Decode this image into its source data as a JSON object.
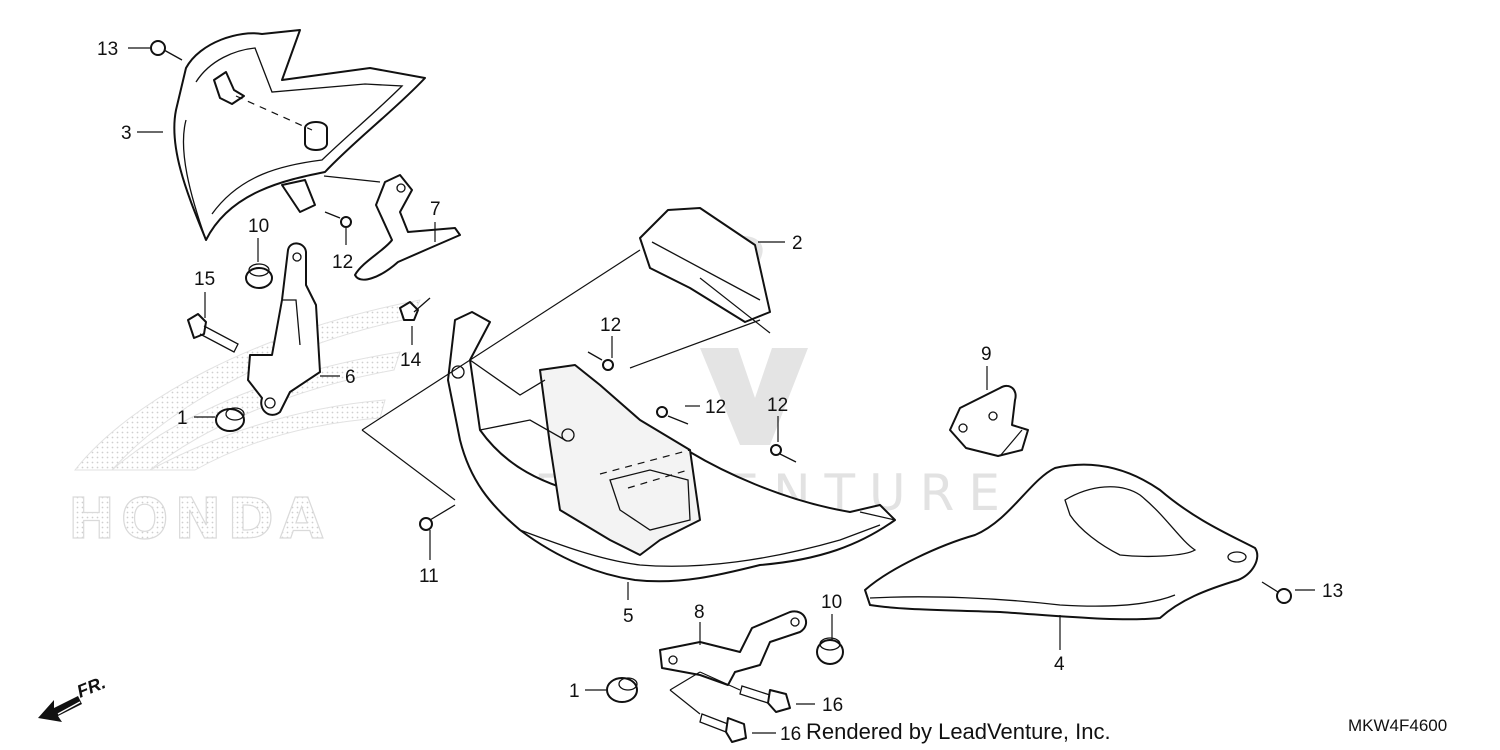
{
  "diagram": {
    "code": "MKW4F4600",
    "credit": "Rendered by LeadVenture, Inc.",
    "direction_label": "FR.",
    "watermark_brand": "LEADVENTURE",
    "watermark_oem": "HONDA",
    "callouts": {
      "c13a": "13",
      "c3": "3",
      "c7": "7",
      "c12a": "12",
      "c10a": "10",
      "c15": "15",
      "c6": "6",
      "c1a": "1",
      "c14": "14",
      "c2": "2",
      "c12b": "12",
      "c12c": "12",
      "c12d": "12",
      "c9": "9",
      "c11": "11",
      "c5": "5",
      "c8": "8",
      "c10b": "10",
      "c13b": "13",
      "c4": "4",
      "c1b": "1",
      "c16a": "16",
      "c16b": "16"
    }
  }
}
